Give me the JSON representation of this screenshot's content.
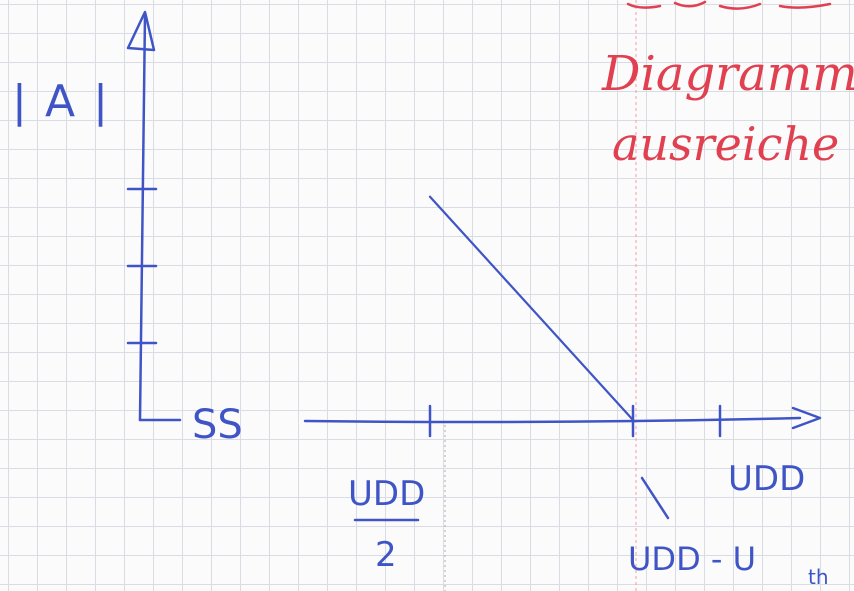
{
  "chart_data": {
    "type": "line",
    "ylabel": "|A|",
    "xlabel": "",
    "x_origin_label": "SS",
    "x_ticks": [
      {
        "value": 0.5,
        "label_num": "UDD",
        "label_den": "2"
      },
      {
        "value": 0.85,
        "label": "UDD - U",
        "label_sub": "th"
      },
      {
        "value": 1.0,
        "label": "UDD"
      }
    ],
    "y_ticks": [
      1,
      2,
      3
    ],
    "xlim": [
      0,
      1.1
    ],
    "ylim": [
      0,
      4.5
    ],
    "series": [
      {
        "x": [
          0.5,
          0.85
        ],
        "y": [
          2.9,
          0
        ]
      }
    ],
    "grid": true,
    "ink_color": "#3f55c6"
  },
  "annotation": {
    "lines": [
      "Diagramm",
      "ausreiche"
    ],
    "color": "#e04050"
  }
}
